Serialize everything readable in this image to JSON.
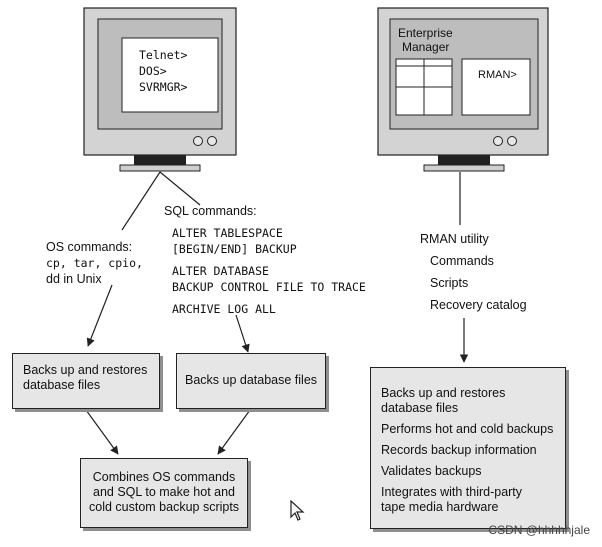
{
  "left_monitor": {
    "terminal_lines": [
      "Telnet>",
      "DOS>",
      "SVRMGR>"
    ]
  },
  "right_monitor": {
    "title_lines": [
      "Enterprise",
      "Manager"
    ],
    "rman_prompt": "RMAN>"
  },
  "os_commands": {
    "title": "OS commands:",
    "lines": [
      "cp, tar, cpio,",
      "dd in Unix"
    ]
  },
  "sql_commands": {
    "title": "SQL commands:",
    "lines": [
      "ALTER TABLESPACE",
      "[BEGIN/END] BACKUP",
      "ALTER DATABASE",
      "BACKUP CONTROL FILE TO TRACE",
      "ARCHIVE LOG ALL"
    ]
  },
  "rman_utility": {
    "title": "RMAN utility",
    "items": [
      "Commands",
      "Scripts",
      "Recovery catalog"
    ]
  },
  "boxes": {
    "backs_up_restores": [
      "Backs up and restores",
      "database files"
    ],
    "backs_up_db_files": [
      "Backs up database files"
    ],
    "combines": [
      "Combines OS commands",
      "and SQL to make hot and",
      "cold custom backup scripts"
    ],
    "rman_features": [
      "Backs up and restores",
      "database files",
      "Performs hot and cold backups",
      "Records backup information",
      "Validates backups",
      "Integrates with third-party",
      "tape media hardware"
    ]
  },
  "watermark": "CSDN @hhhhhjale",
  "colors": {
    "monitor_frame": "#cfcfcf",
    "monitor_screen": "#bdbdbd",
    "box_fill": "#e6e6e6",
    "line": "#222222"
  }
}
